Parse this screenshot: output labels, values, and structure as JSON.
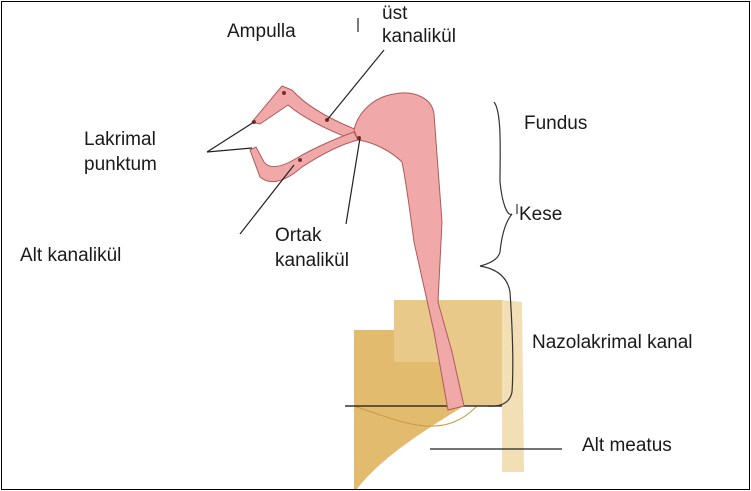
{
  "colors": {
    "duct_fill": "#f0a8a8",
    "duct_stroke": "#b05a5a",
    "bone_tan": "#e6c078",
    "bone_light": "#f1d9a8",
    "leader": "#222222",
    "bracket": "#333333"
  },
  "labels": {
    "ampulla": "Ampulla",
    "ust_kanalikul_line1": "üst",
    "ust_kanalikul_line2": "kanalikül",
    "fundus": "Fundus",
    "lakrimal_punktum_line1": "Lakrimal",
    "lakrimal_punktum_line2": "punktum",
    "kese": "Kese",
    "ortak_kanalikul_line1": "Ortak",
    "ortak_kanalikul_line2": "kanalikül",
    "alt_kanalikul": "Alt kanalikül",
    "nazolakrimal_kanal": "Nazolakrimal kanal",
    "alt_meatus": "Alt meatus"
  }
}
